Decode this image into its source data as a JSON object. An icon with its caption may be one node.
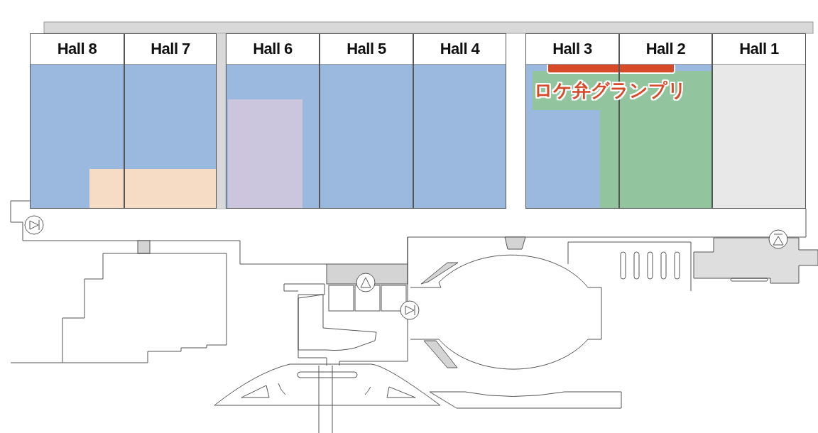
{
  "diagram": {
    "nodes": [
      {
        "text": [
          "Hall 8"
        ]
      },
      {
        "text": [
          "Hall 7"
        ]
      },
      {
        "text": [
          "Hall 6"
        ]
      },
      {
        "text": [
          "Hall 5"
        ]
      },
      {
        "text": [
          "Hall 4"
        ]
      },
      {
        "text": [
          "Hall 3"
        ]
      },
      {
        "text": [
          "Hall 2"
        ]
      },
      {
        "text": [
          "Hall 1"
        ]
      }
    ],
    "labels": [
      "ロケ弁グランプリ"
    ]
  }
}
